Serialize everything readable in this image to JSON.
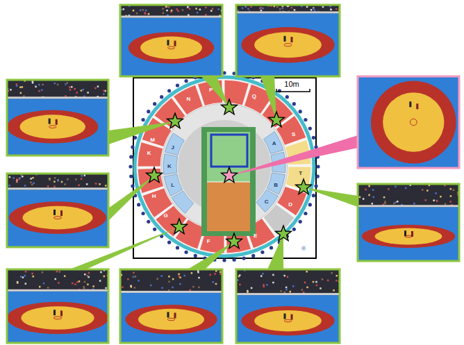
{
  "diagram": {
    "labels": [
      "10m",
      "K",
      "M",
      "N",
      "P",
      "Q",
      "S",
      "T",
      "D",
      "E",
      "F",
      "G",
      "H",
      "A",
      "B",
      "C",
      "L",
      "K",
      "J",
      "※"
    ]
  }
}
